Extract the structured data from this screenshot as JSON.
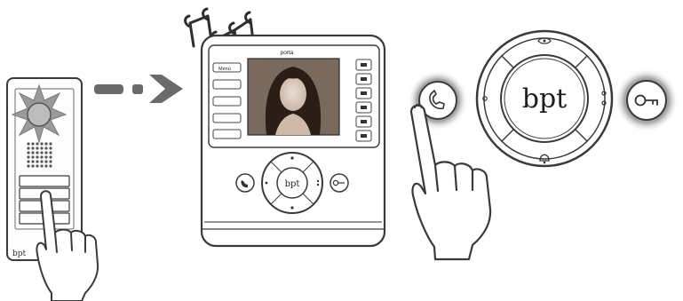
{
  "brand": {
    "logo_text": "bpt"
  },
  "monitor": {
    "screen_title": "porta",
    "left_labels": [
      "Menù"
    ]
  },
  "colors": {
    "line": "#3a3a3a",
    "glow": "#8a8a8a",
    "arrow": "#6a6a6a",
    "screen_bg": "#7a6a5e",
    "hair": "#2a1e16",
    "face": "#d9cbbf"
  },
  "icons": {
    "doorbell_glow": "starburst-glow-icon",
    "music_notes": "music-notes-icon",
    "answer": "handset-icon",
    "door_open": "key-icon",
    "top_nav": "eye-icon",
    "bottom_nav": "bell-icon"
  }
}
